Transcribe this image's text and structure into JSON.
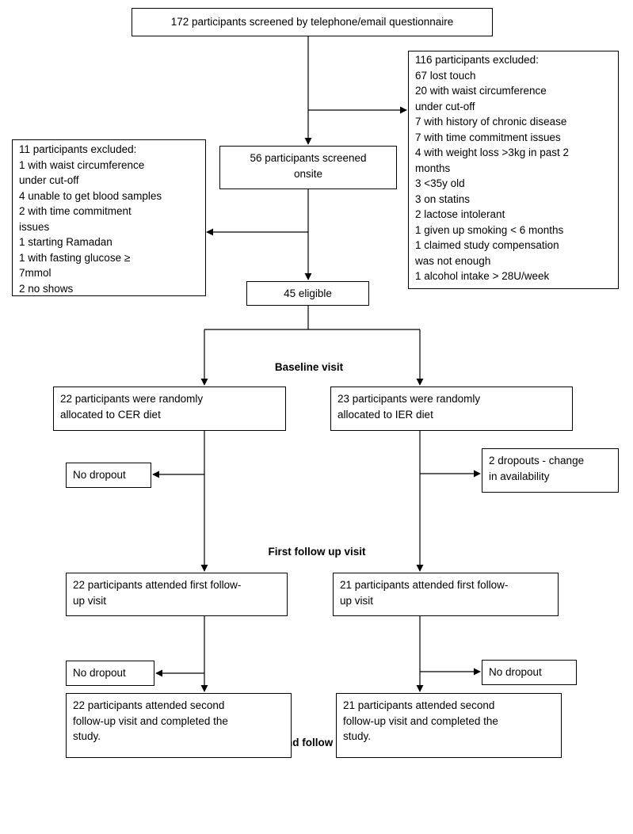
{
  "boxes": {
    "screened_phone": "172 participants screened by telephone/email questionnaire",
    "excluded_116": [
      "116 participants excluded:",
      "67 lost touch",
      "20 with waist circumference",
      "under cut-off",
      "7 with history of chronic disease",
      "7 with time commitment  issues",
      "4 with weight loss >3kg in past 2",
      "months",
      "3 <35y old",
      "3 on statins",
      "2 lactose intolerant",
      "1 given up smoking < 6 months",
      "1 claimed study compensation",
      "was not enough",
      "1 alcohol intake > 28U/week"
    ],
    "screened_onsite": [
      "56 participants screened",
      "onsite"
    ],
    "excluded_11": [
      "11 participants excluded:",
      "1 with waist circumference",
      "under cut-off",
      "4 unable to get blood samples",
      "2 with time commitment",
      "issues",
      "1 starting Ramadan",
      "1 with fasting glucose ≥",
      "7mmol",
      "2 no shows"
    ],
    "eligible": "45 eligible",
    "cer_alloc": [
      "22 participants were randomly",
      "allocated to CER diet"
    ],
    "ier_alloc": [
      "23 participants were randomly",
      "allocated to IER diet"
    ],
    "cer_dropout_1": "No dropout",
    "ier_dropout_1": [
      "2 dropouts  - change",
      "in availability"
    ],
    "cer_followup_1": [
      "22 participants attended first follow-",
      "up visit"
    ],
    "ier_followup_1": [
      "21 participants attended first follow-",
      "up visit"
    ],
    "cer_dropout_2": "No dropout",
    "ier_dropout_2": "No dropout",
    "cer_followup_2": [
      "22 participants attended second",
      "follow-up visit and completed the",
      "study."
    ],
    "ier_followup_2": [
      "21 participants attended second",
      "follow-up visit and completed the",
      "study."
    ]
  },
  "stages": {
    "baseline": "Baseline visit",
    "first": "First follow up visit",
    "second": "Second follow up visit"
  }
}
